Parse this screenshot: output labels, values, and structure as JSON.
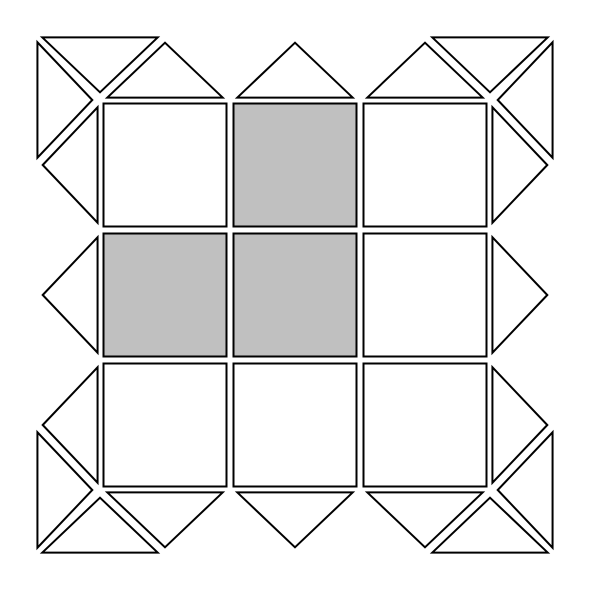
{
  "grid": {
    "rows": 4,
    "cols": 4,
    "pattern": "diagonal-lattice",
    "fill_color": "#ffffff",
    "line_color": "#000000",
    "highlight_color": "#c0c0c0"
  },
  "highlighted_tiles": [
    "d-1-2",
    "d-2-1",
    "d-2-2"
  ]
}
